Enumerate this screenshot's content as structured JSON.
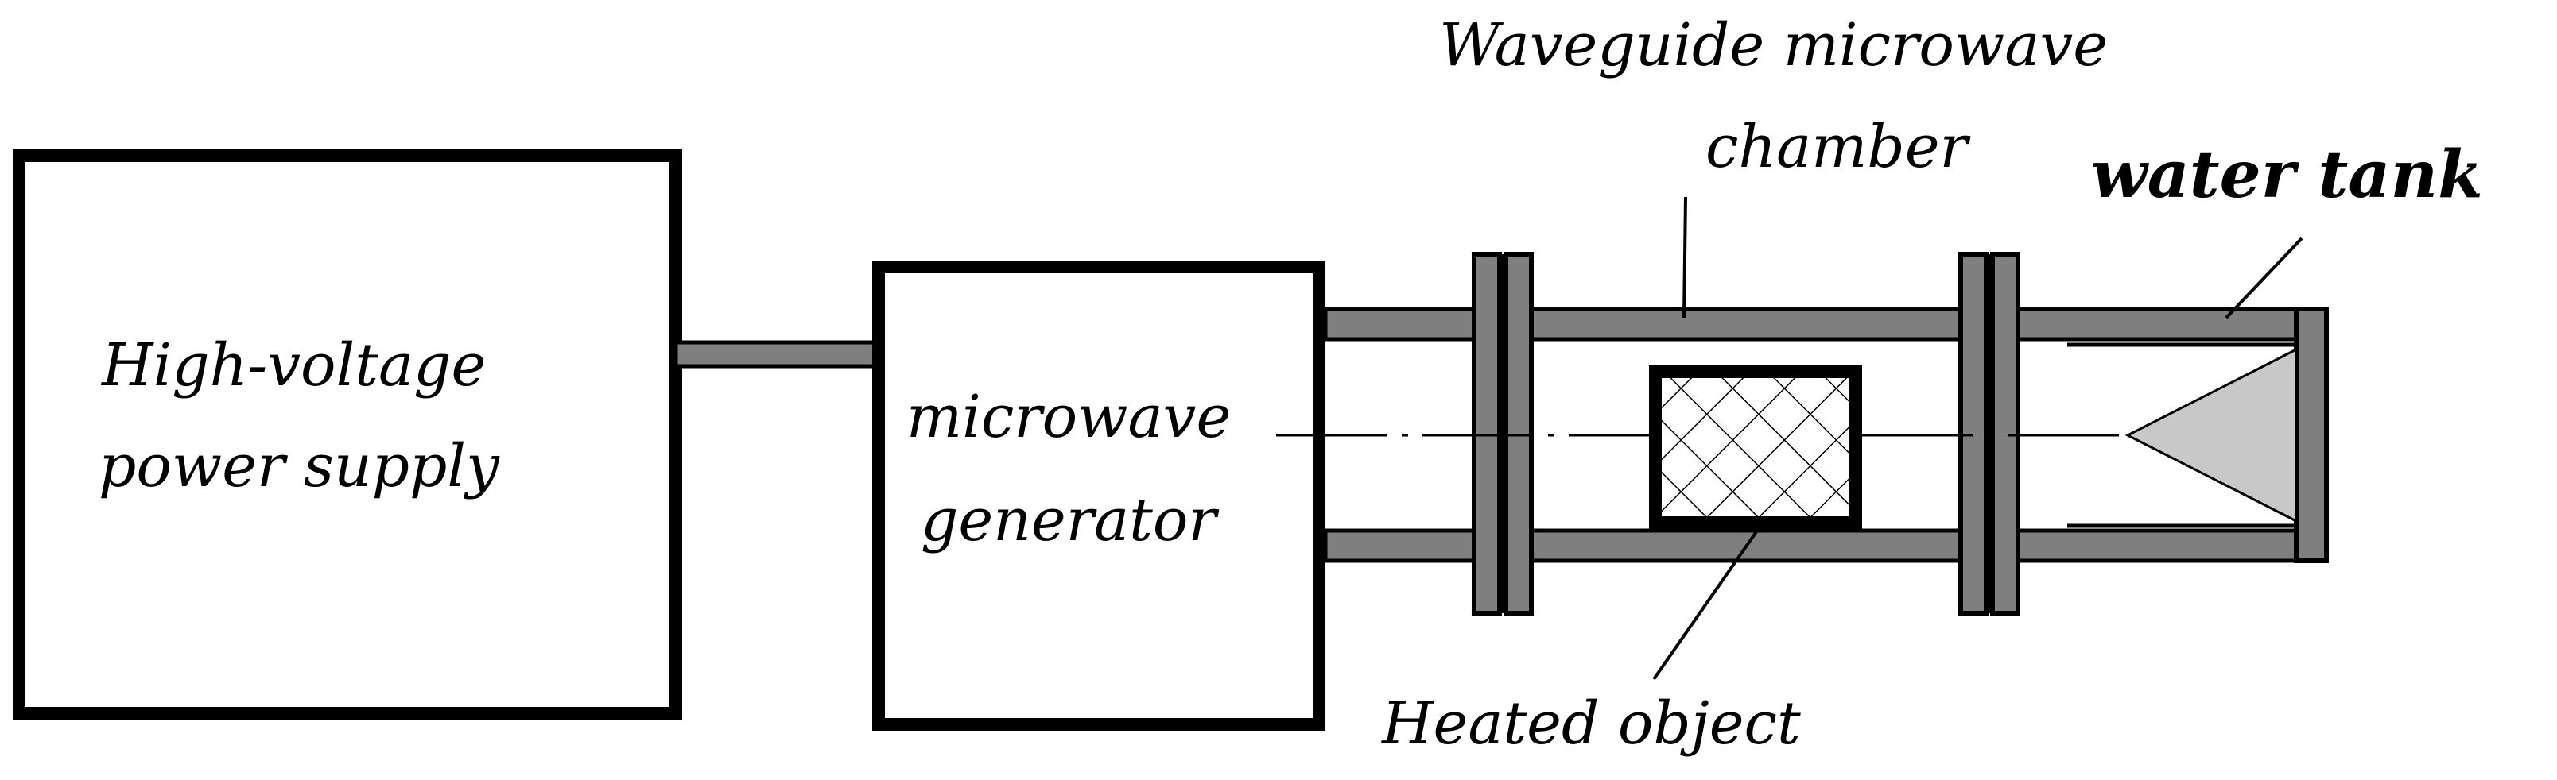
{
  "labels": {
    "power_supply_line1": "High-voltage",
    "power_supply_line2": "power supply",
    "generator_line1": "microwave",
    "generator_line2": "generator",
    "chamber_line1": "Waveguide microwave",
    "chamber_line2": "chamber",
    "water_tank": "water tank",
    "heated_object": "Heated object"
  },
  "colors": {
    "outline": "#000000",
    "waveguide_wall": "#7f7f7f",
    "cone_fill": "#c8c8c8",
    "background": "#ffffff"
  }
}
